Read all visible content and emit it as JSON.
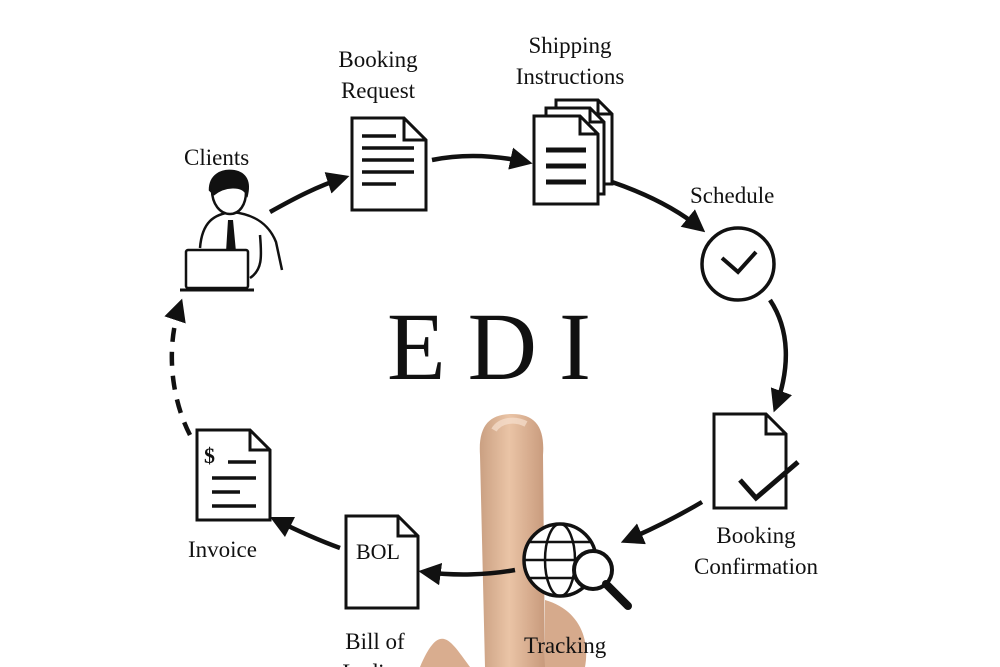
{
  "diagram": {
    "center_title": "EDI",
    "nodes": {
      "clients": {
        "label": "Clients",
        "icon": "person-at-laptop-icon"
      },
      "booking_request": {
        "label_line1": "Booking",
        "label_line2": "Request",
        "icon": "document-icon"
      },
      "shipping_instructions": {
        "label_line1": "Shipping",
        "label_line2": "Instructions",
        "icon": "document-stack-icon"
      },
      "schedule": {
        "label": "Schedule",
        "icon": "clock-icon"
      },
      "booking_confirmation": {
        "label_line1": "Booking",
        "label_line2": "Confirmation",
        "icon": "document-checkmark-icon"
      },
      "tracking": {
        "label": "Tracking",
        "icon": "globe-magnifier-icon"
      },
      "bill_of_lading": {
        "label_line1": "Bill of",
        "label_line2": "Lading",
        "icon": "document-icon",
        "icon_text": "BOL"
      },
      "invoice": {
        "label": "Invoice",
        "icon": "document-icon",
        "icon_text": "$"
      }
    },
    "colors": {
      "ink": "#111111",
      "background": "#ffffff",
      "skin": "#e3b899"
    }
  }
}
